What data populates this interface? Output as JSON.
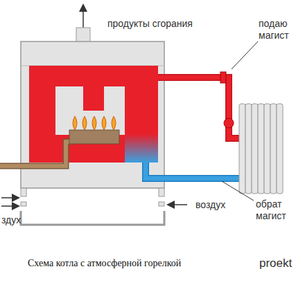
{
  "diagram": {
    "caption": "Схема котла с атмосферной горелкой",
    "labels": [
      "продукты сгорания",
      "подаю магист",
      "обрат магист",
      "воздух",
      "здух",
      "proekt"
    ]
  }
}
